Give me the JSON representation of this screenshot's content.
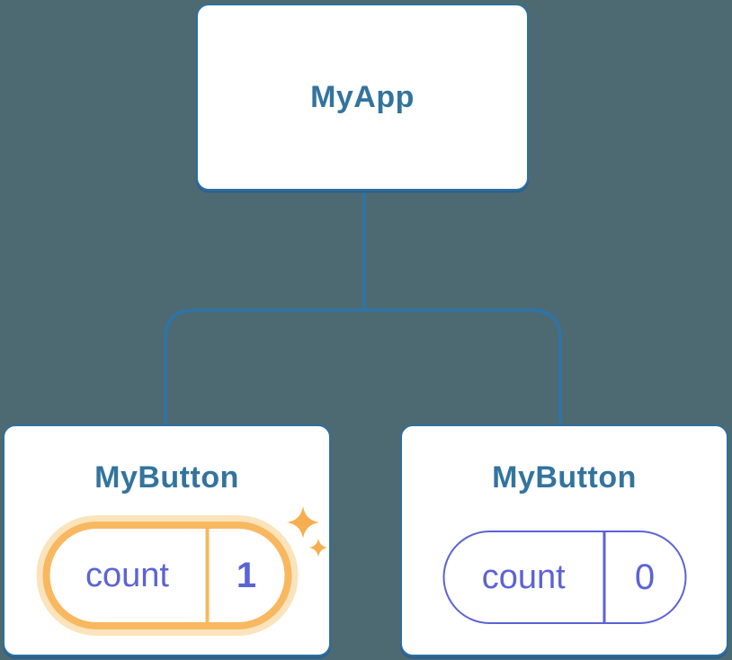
{
  "colors": {
    "bg": "#4D6A72",
    "card-bg": "#FFFFFF",
    "blue-border": "#2E6F9E",
    "blue-shadow": "#2A6190",
    "blue-text": "#33749E",
    "line-blue": "#2E74A8",
    "indigo": "#5C63D4",
    "orange": "#F8B860",
    "orange-glow": "#FBE3BC",
    "sparkle": "#F5AF4F"
  },
  "tree": {
    "root": {
      "label": "MyApp"
    },
    "children": [
      {
        "label": "MyButton",
        "state": {
          "key": "count",
          "value": "1"
        },
        "highlighted": true
      },
      {
        "label": "MyButton",
        "state": {
          "key": "count",
          "value": "0"
        },
        "highlighted": false
      }
    ]
  }
}
